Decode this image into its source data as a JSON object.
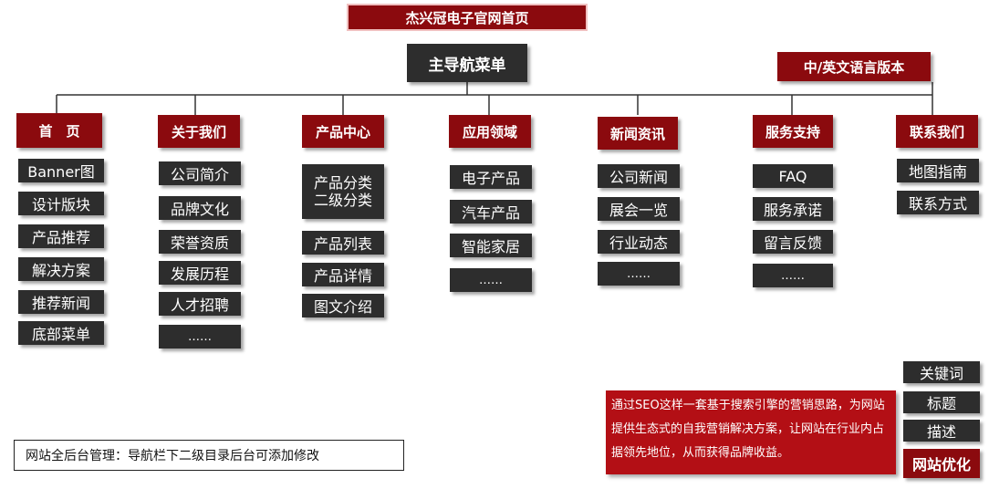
{
  "title": "杰兴冠电子官网首页",
  "main_nav": "主导航菜单",
  "lang_version": "中/英文语言版本",
  "columns": [
    {
      "header": "首　页",
      "items": [
        "Banner图",
        "设计版块",
        "产品推荐",
        "解决方案",
        "推荐新闻",
        "底部菜单"
      ]
    },
    {
      "header": "关于我们",
      "items": [
        "公司简介",
        "品牌文化",
        "荣誉资质",
        "发展历程",
        "人才招聘",
        "……"
      ]
    },
    {
      "header": "产品中心",
      "items": [
        "产品分类",
        "二级分类",
        "产品列表",
        "产品详情",
        "图文介绍"
      ]
    },
    {
      "header": "应用领域",
      "items": [
        "电子产品",
        "汽车产品",
        "智能家居",
        "……"
      ]
    },
    {
      "header": "新闻资讯",
      "items": [
        "公司新闻",
        "展会一览",
        "行业动态",
        "……"
      ]
    },
    {
      "header": "服务支持",
      "items": [
        "FAQ",
        "服务承诺",
        "留言反馈",
        "……"
      ]
    },
    {
      "header": "联系我们",
      "items": [
        "地图指南",
        "联系方式"
      ]
    }
  ],
  "footer_note": "网站全后台管理：导航栏下二级目录后台可添加修改",
  "seo_text": "通过SEO这样一套基于搜索引擎的营销思路，为网站提供生态式的自我营销解决方案，让网站在行业内占据领先地位，从而获得品牌收益。",
  "seo_items": [
    "关键词",
    "标题",
    "描述"
  ],
  "seo_title": "网站优化",
  "colors": {
    "accent": "#8b0a0e",
    "box": "#2d2d2d",
    "seo_bg": "#b30f15"
  }
}
